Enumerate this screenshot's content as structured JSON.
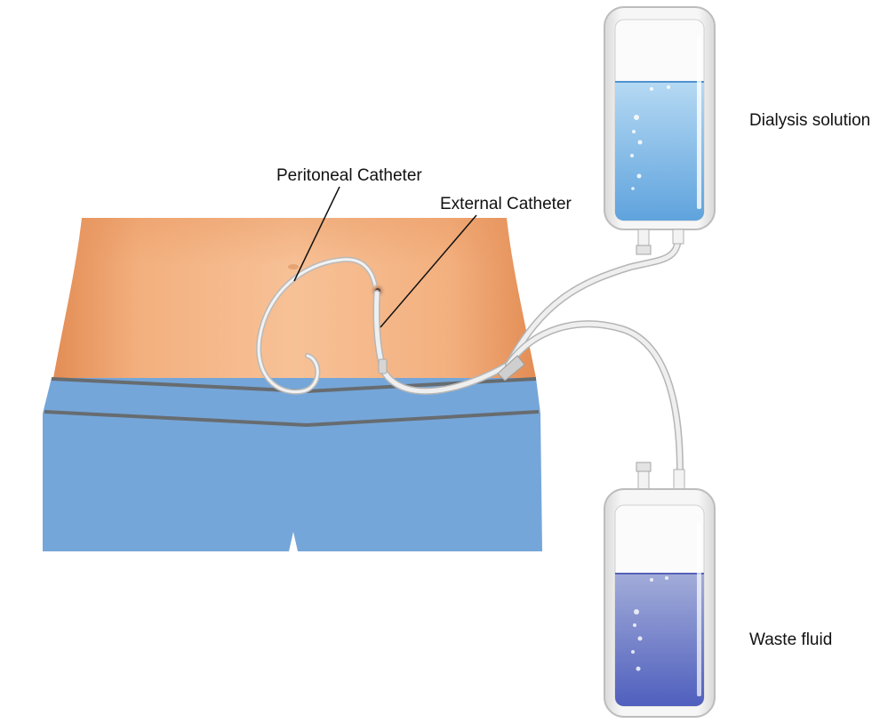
{
  "labels": {
    "peritoneal_catheter": "Peritoneal Catheter",
    "external_catheter": "External Catheter",
    "dialysis_solution": "Dialysis solution",
    "waste_fluid": "Waste fluid"
  },
  "colors": {
    "skin_light": "#f5b98a",
    "skin_dark": "#e6925a",
    "pants": "#75a6d9",
    "pants_seam": "#6b6f72",
    "dialysis_fluid": "#8cc2ea",
    "waste_fluid": "#6f80c8",
    "tube": "#e8e8e8",
    "tube_outline": "#b9b9b9",
    "bag_outline": "#bdbdbd"
  }
}
